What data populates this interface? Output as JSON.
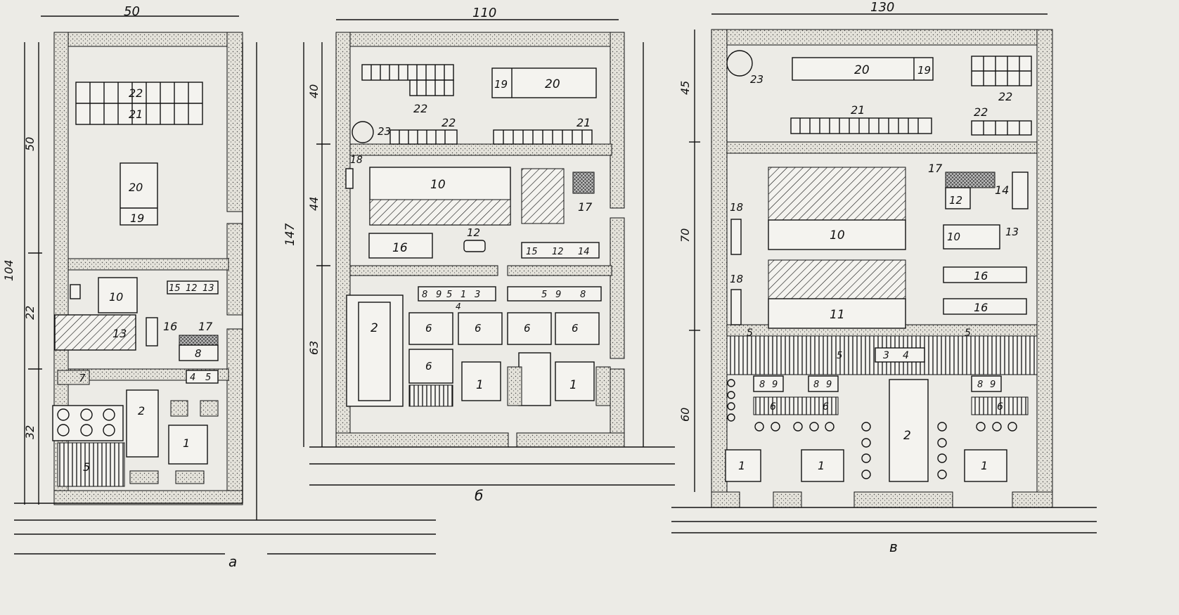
{
  "diagram": {
    "a": {
      "caption": "а",
      "width": "50",
      "total_height": "104",
      "zone_top": "50",
      "zone_mid": "22",
      "zone_bottom": "32",
      "labels": [
        "22",
        "21",
        "20",
        "19",
        "10",
        "15",
        "12",
        "13",
        "13",
        "16",
        "17",
        "8",
        "7",
        "4",
        "5",
        "2",
        "1",
        "5"
      ]
    },
    "b": {
      "caption": "б",
      "width": "110",
      "total_height": "147",
      "zone_top": "40",
      "zone_mid": "44",
      "zone_bottom": "63",
      "labels": [
        "22",
        "19",
        "20",
        "22",
        "23",
        "21",
        "18",
        "10",
        "17",
        "12",
        "16",
        "15",
        "12",
        "14",
        "8",
        "9",
        "5",
        "1",
        "3",
        "5",
        "9",
        "8",
        "4",
        "2",
        "6",
        "6",
        "6",
        "6",
        "6",
        "1",
        "1"
      ]
    },
    "c": {
      "caption": "в",
      "width": "130",
      "total_height_top": "45",
      "zone_mid": "70",
      "zone_bottom": "60",
      "labels": [
        "23",
        "20",
        "19",
        "22",
        "21",
        "22",
        "17",
        "12",
        "14",
        "18",
        "10",
        "10",
        "13",
        "18",
        "16",
        "11",
        "16",
        "5",
        "5",
        "3",
        "4",
        "5",
        "8",
        "9",
        "8",
        "9",
        "8",
        "9",
        "6",
        "6",
        "6",
        "2",
        "1",
        "1",
        "1"
      ]
    }
  }
}
